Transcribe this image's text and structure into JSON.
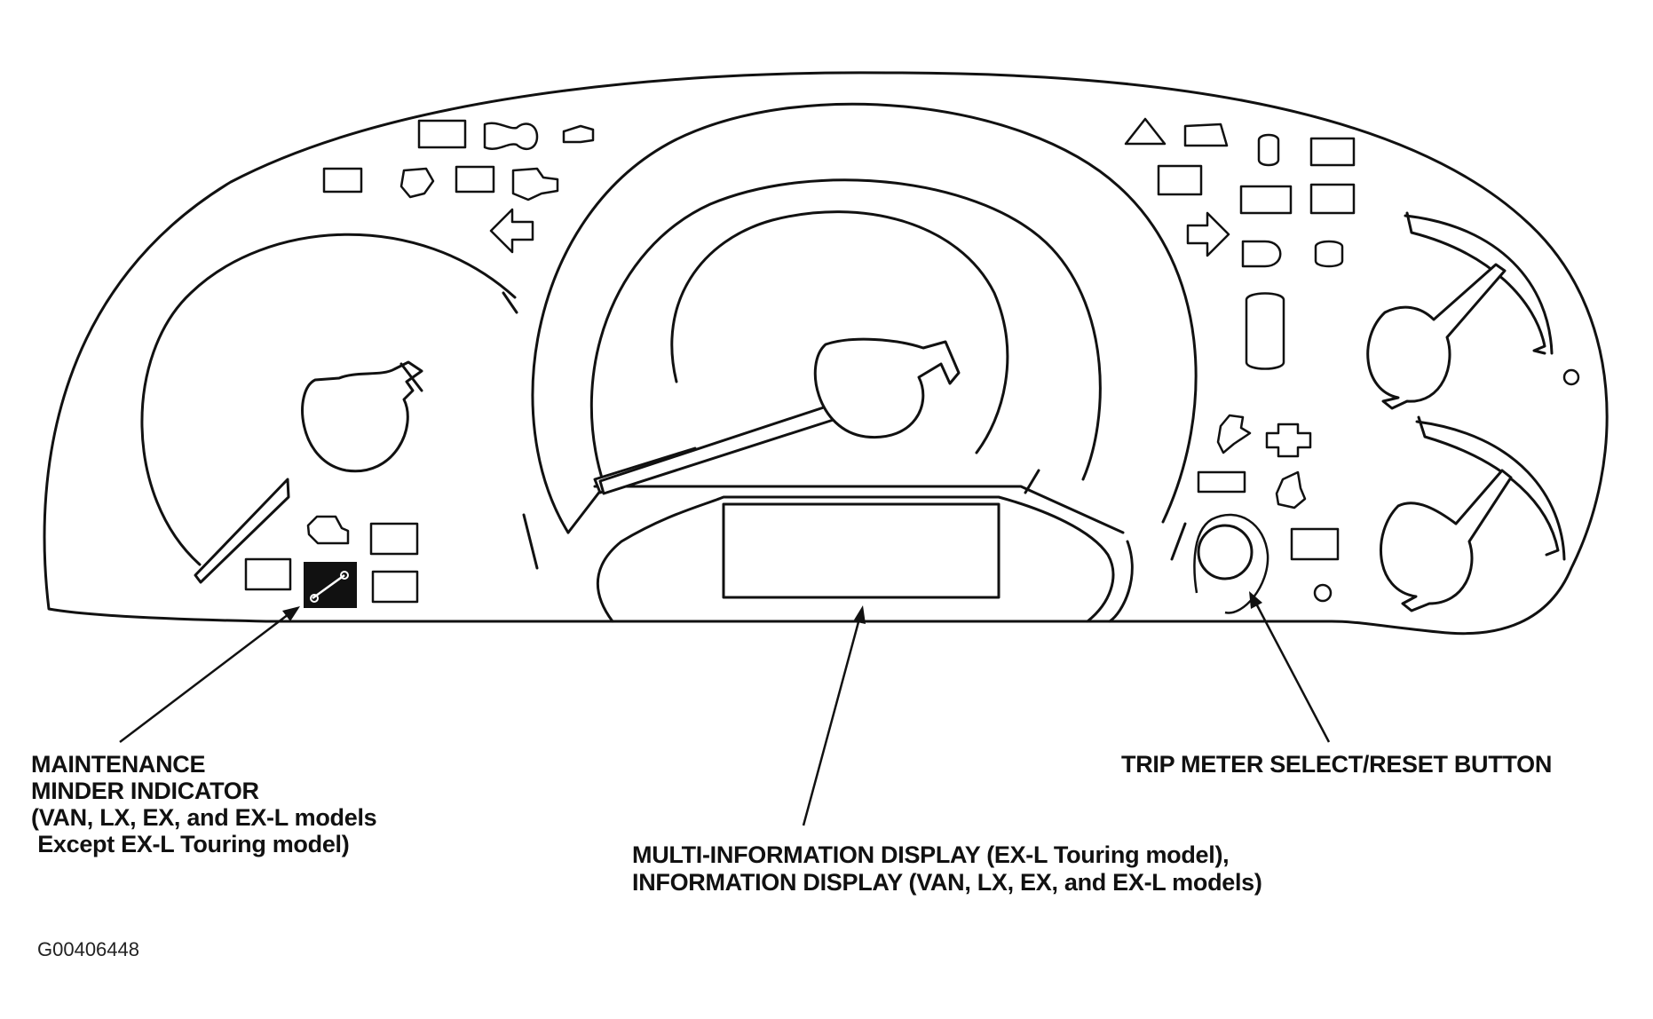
{
  "labels": {
    "maintenance_line1": "MAINTENANCE",
    "maintenance_line2": "MINDER INDICATOR",
    "maintenance_line3": "(VAN, LX, EX, and EX-L models",
    "maintenance_line4": " Except EX-L Touring model)",
    "display_line1": "MULTI-INFORMATION DISPLAY (EX-L Touring model),",
    "display_line2": "INFORMATION DISPLAY (VAN, LX, EX, and EX-L models)",
    "trip_button": "TRIP METER SELECT/RESET BUTTON"
  },
  "figure_id": "G00406448",
  "icons": {
    "maintenance_indicator": "wrench-icon",
    "turn_left": "arrow-left-icon",
    "turn_right": "arrow-right-icon",
    "warning": "triangle-warning-icon"
  },
  "colors": {
    "line": "#111111",
    "background": "#ffffff"
  }
}
